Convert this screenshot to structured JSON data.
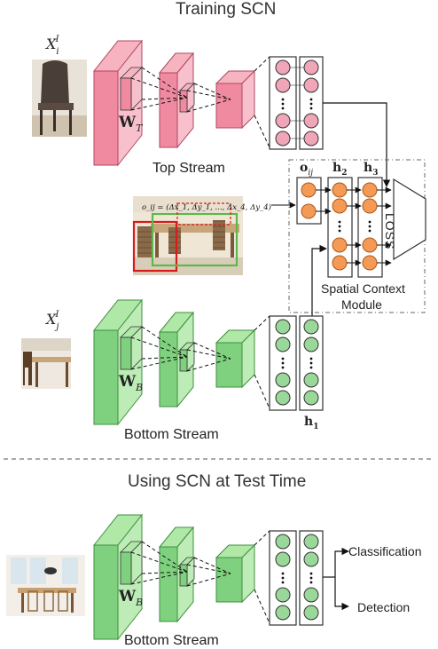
{
  "colors": {
    "top_face": "#f08aa0",
    "top_side": "#f7b3c0",
    "top_edge": "#b04860",
    "bottom_face": "#7fd17f",
    "bottom_side": "#b0e8a8",
    "bottom_edge": "#3f8f3f",
    "orange": "#f59a55",
    "orange_edge": "#a85a1e",
    "pink_circle": "#f1a5b8",
    "green_circle": "#9ad89a"
  },
  "titles": {
    "training": "Training SCN",
    "testing": "Using SCN at Test Time"
  },
  "labels": {
    "top_stream": "Top Stream",
    "bottom_stream": "Bottom Stream",
    "bottom_stream_test": "Bottom Stream",
    "spatial_context": "Spatial Context",
    "module": "Module",
    "loss": "LOSS",
    "classification": "Classification",
    "detection": "Detection"
  },
  "math": {
    "xi_base": "X",
    "xi_sub": "i",
    "xi_sup": "I",
    "xj_base": "X",
    "xj_sub": "j",
    "xj_sup": "I",
    "wt_base": "W",
    "wt_sub": "T",
    "wb_base": "W",
    "wb_sub": "B",
    "wb_test_base": "W",
    "wb_test_sub": "B",
    "o_ij_base": "o",
    "o_ij_sub": "ij",
    "h1_base": "h",
    "h1_sub": "1",
    "h2_base": "h",
    "h2_sub": "2",
    "h3_base": "h",
    "h3_sub": "3",
    "offset_formula": "o_ij = (Δx_1, Δy_1, ..., Δx_4, Δy_4)"
  },
  "icons": {
    "chair_photo": "chair-photo-icon",
    "table_photo": "table-photo-icon",
    "scene_photo": "dining-room-photo-icon",
    "room_test_photo": "room-photo-icon"
  }
}
